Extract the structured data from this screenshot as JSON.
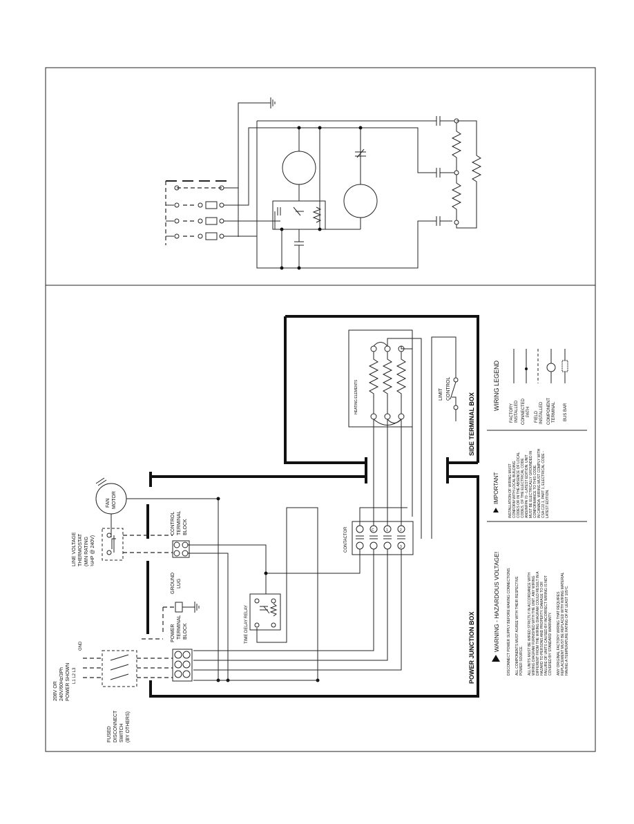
{
  "ladder": {
    "ground_symbol": "ground-icon"
  },
  "diagram": {
    "side_terminal_box": "SIDE TERMINAL BOX",
    "power_junction_box": "POWER JUNCTION BOX",
    "heating_elements": "HEATING ELEMENTS",
    "limit_control": [
      "LIMIT",
      "CONTROL"
    ],
    "fan_motor": [
      "FAN",
      "MOTOR"
    ],
    "thermostat": [
      "LINE VOLTAGE",
      "THERMOSTAT",
      "(MIN RATING",
      "½HP @ 240V)"
    ],
    "control_terminal_block": [
      "CONTROL",
      "TERMINAL",
      "BLOCK"
    ],
    "contactor": "CONTACTOR",
    "ground_lug": [
      "GROUND",
      "LUG"
    ],
    "time_delay_relay": "TIME DELAY RELAY",
    "power_terminal_block": [
      "POWER",
      "TERMINAL",
      "BLOCK"
    ],
    "power_supply": [
      "208V OR",
      "240V/60Hz/3Ph",
      "POWER SHOWN"
    ],
    "phase_labels": "L1   L2   L3",
    "gnd": "GND",
    "fused_disconnect": [
      "FUSED",
      "DISCONNECT",
      "SWITCH",
      "(BY OTHERS)"
    ],
    "contactor_terminals": [
      "C",
      "1",
      "2",
      "3"
    ]
  },
  "legend": {
    "title": "WIRING LEGEND",
    "items": [
      [
        "FACTORY",
        "INSTALLED"
      ],
      [
        "CONNECTED",
        "PATH"
      ],
      [
        "FIELD",
        "INSTALLED"
      ],
      [
        "COMPONENT",
        "TERMINAL"
      ],
      [
        "BUS BAR"
      ]
    ]
  },
  "important": {
    "title": "IMPORTANT",
    "lines": [
      "INSTALLATION OF WIRING MUST",
      "CONFORM WITH LOCAL BUILDING",
      "CODES OR IN THE ABSENCE OF LOCAL",
      "CODES, OF THE ELECTRICAL CODE",
      "ANSI/NFPA 70 - LATEST EDITION. UNIT",
      "MUST BE ELECTRICALLY GROUNDED IN",
      "CONFORMANCE TO THIS CODE.",
      "IN CANADA, WIRING MUST COMPLY WITH",
      "CSA C22.1, PART 1, ELECTRICAL CODE -",
      "LATEST EDITION."
    ]
  },
  "warning": {
    "title": "WARNING - HAZARDOUS VOLTAGE!",
    "paragraphs": [
      [
        "DISCONNECT POWER SUPPLY BEFORE MAKING CONNECTIONS."
      ],
      [
        "ALL COMPONENTS MUST AGREE WITH THEIR RESPECTIVE",
        "POWER SOURCE."
      ],
      [
        "ALL UNITS MUST BE WIRED STRICTLY IN ACCORDANCE WITH",
        "WIRING DIAGRAM FURNISHED WITH THE UNIT. ANY WIRING",
        "DIFFERENT FROM THE WIRING DIAGRAM COULD RESULT IN A",
        "HAZARD TO PERSONS AND PROPERTY. DAMAGE TO OR",
        "FAILURE OF UNITS CAUSED BY INCORRECT WIRING IS NOT",
        "COVERED BY STANDARD WARRANTY."
      ],
      [
        "ANY ORIGINAL FACTORY WIRING THAT REQUIRES",
        "REPLACEMENT MUST BE REPLACED WITH WIRING MATERIAL",
        "HAVING A TEMPERATURE RATING OF AT LEAST 105ºC."
      ]
    ]
  }
}
